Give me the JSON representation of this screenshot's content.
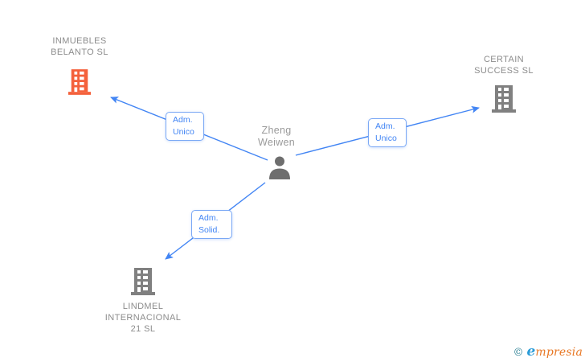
{
  "graph": {
    "person": {
      "label": "Zheng\nWeiwen"
    },
    "companies": [
      {
        "label": "INMUEBLES\nBELANTO SL",
        "highlighted": true
      },
      {
        "label": "CERTAIN\nSUCCESS SL",
        "highlighted": false
      },
      {
        "label": "LINDMEL\nINTERNACIONAL\n21 SL",
        "highlighted": false
      }
    ],
    "edges": [
      {
        "label": "Adm.\nUnico"
      },
      {
        "label": "Adm.\nUnico"
      },
      {
        "label": "Adm.\nSolid."
      }
    ]
  },
  "watermark": {
    "copyright_symbol": "©",
    "brand_first_letter": "e",
    "brand_rest": "mpresia"
  },
  "colors": {
    "edge": "#4285f4",
    "edge_label_border": "#7aa8f5",
    "edge_label_text": "#4285f4",
    "company_label": "#8c8c8c",
    "person_label": "#9a9a9a",
    "building_default": "#808080",
    "building_highlight": "#f4613c",
    "person_icon": "#6e6e6e",
    "watermark_copyright": "#2a7f93",
    "watermark_e": "#2b9cd8",
    "watermark_rest": "#e87825"
  }
}
